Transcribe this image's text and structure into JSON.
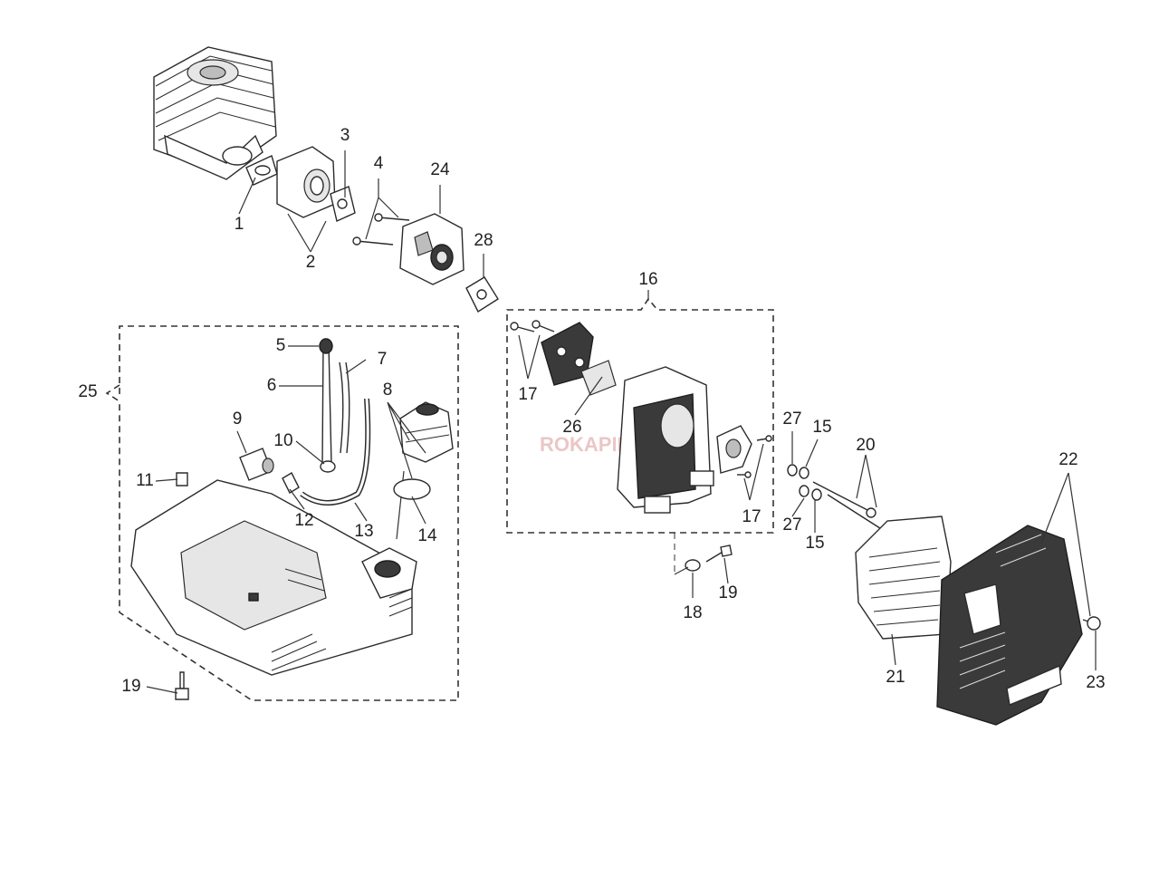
{
  "watermark": "ROKAPIL",
  "callouts": {
    "c1": "1",
    "c2": "2",
    "c3": "3",
    "c4": "4",
    "c5": "5",
    "c6": "6",
    "c7": "7",
    "c8": "8",
    "c9": "9",
    "c10": "10",
    "c11": "11",
    "c12": "12",
    "c13": "13",
    "c14": "14",
    "c15a": "15",
    "c15b": "15",
    "c16": "16",
    "c17a": "17",
    "c17b": "17",
    "c18": "18",
    "c19a": "19",
    "c19b": "19",
    "c20": "20",
    "c21": "21",
    "c22": "22",
    "c23": "23",
    "c24": "24",
    "c25": "25",
    "c26": "26",
    "c27a": "27",
    "c27b": "27",
    "c28": "28"
  }
}
